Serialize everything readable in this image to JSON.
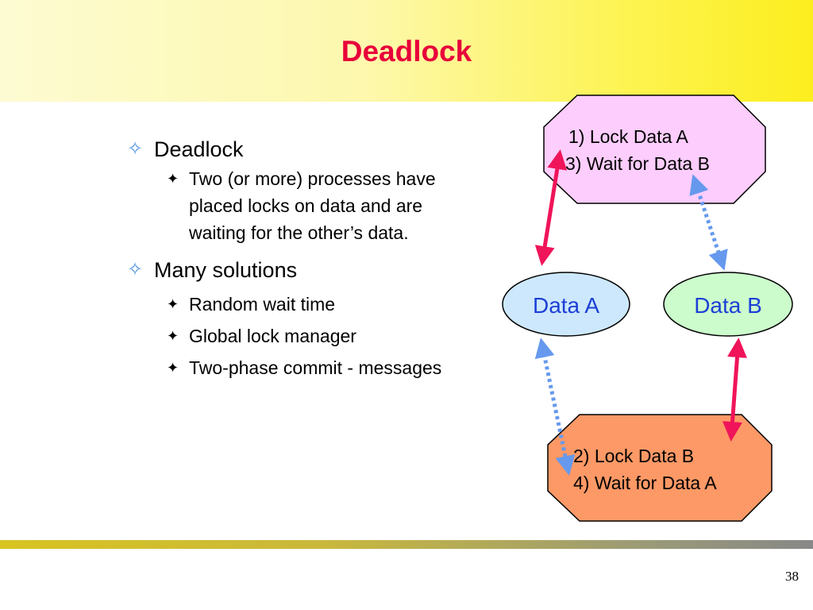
{
  "slide": {
    "title": "Deadlock",
    "page_number": "38"
  },
  "bullets": [
    {
      "text": "Deadlock",
      "subitems": [
        "Two (or more) processes have",
        "placed locks on data and are",
        "waiting for the other’s data."
      ]
    },
    {
      "text": "Many solutions",
      "subitems": [
        "Random wait time",
        "Global lock manager",
        "Two-phase commit - messages"
      ]
    }
  ],
  "diagram": {
    "process1": {
      "line1": "1) Lock Data A",
      "line2": "3) Wait for Data B",
      "fill": "#fdcdfd"
    },
    "process2": {
      "line1": "2) Lock Data B",
      "line2": "4) Wait for Data A",
      "fill": "#fd9966"
    },
    "data_a": {
      "label": "Data A",
      "fill": "#cde8fc"
    },
    "data_b": {
      "label": "Data B",
      "fill": "#ccfccc"
    },
    "lock_arrow_color": "#f0145a",
    "wait_arrow_color": "#6699ee"
  }
}
